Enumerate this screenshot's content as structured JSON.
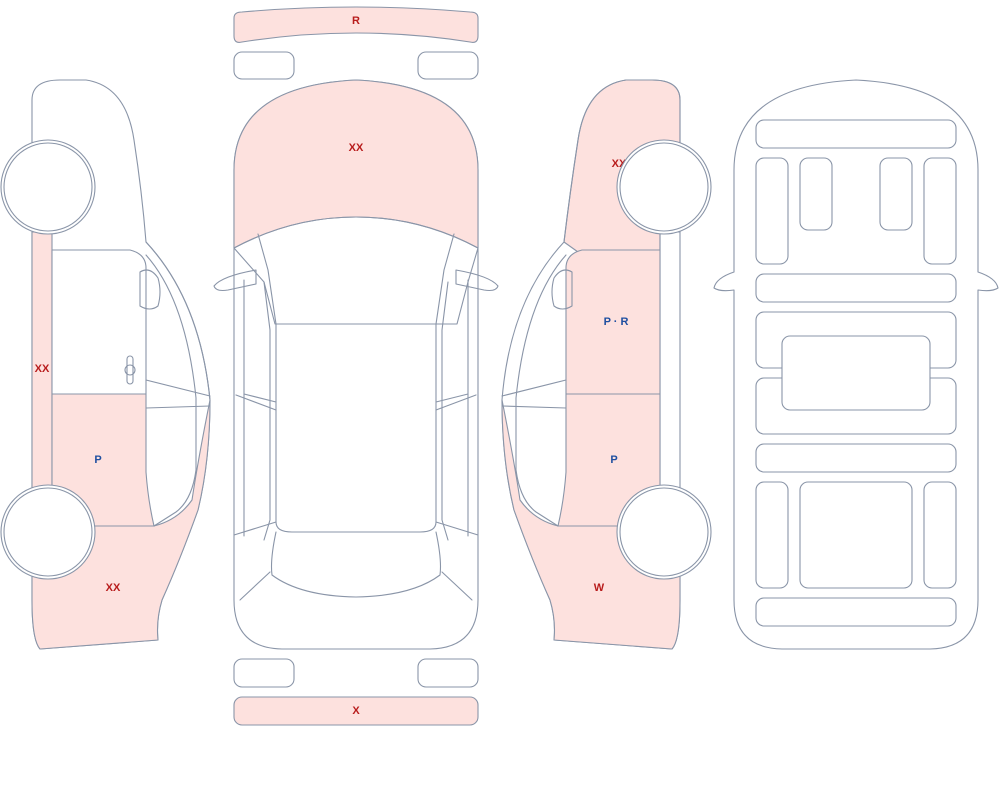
{
  "colors": {
    "outline": "#8a95a8",
    "damaged_fill": "#fde1de",
    "code_red": "#b81c1c",
    "code_blue": "#1f4fa0"
  },
  "labels": {
    "rear_bumper": "R",
    "hood": "XX",
    "left_rocker": "XX",
    "left_rear_door": "P",
    "left_rear_quarter": "XX",
    "right_front_fender": "XX",
    "right_front_door": "P · R",
    "right_rear_door": "P",
    "right_rear_quarter": "W",
    "front_bumper": "X"
  }
}
